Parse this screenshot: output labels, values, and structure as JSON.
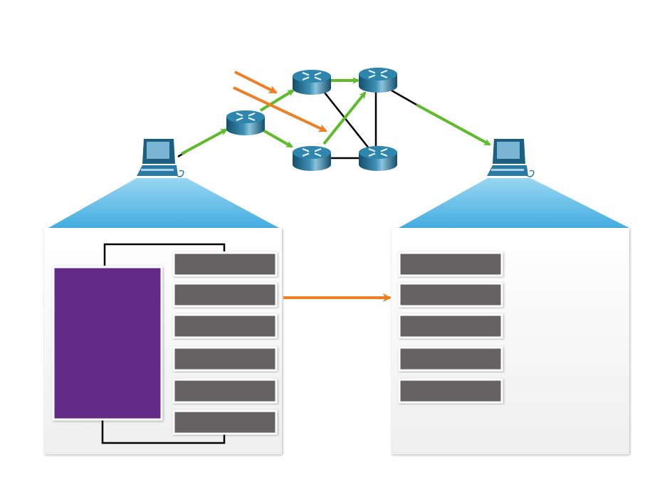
{
  "diagram": {
    "colors": {
      "router": "#1f6a8e",
      "router_top": "#2f86ad",
      "pc": "#2a7aa3",
      "link": "#000000",
      "path_arrow": "#5fbb2a",
      "attack_arrow": "#f07f24",
      "zoom_cone": "#5ab8e4",
      "payload_block": "#642b86",
      "header_block": "#656263",
      "panel_bg": "#f2f2f2"
    },
    "nodes": [
      {
        "id": "pc-source",
        "icon": "desktop-computer-icon"
      },
      {
        "id": "router-1",
        "icon": "router-icon"
      },
      {
        "id": "router-2",
        "icon": "router-icon"
      },
      {
        "id": "router-3",
        "icon": "router-icon"
      },
      {
        "id": "router-4",
        "icon": "router-icon"
      },
      {
        "id": "router-5",
        "icon": "router-icon"
      },
      {
        "id": "pc-destination",
        "icon": "desktop-computer-icon"
      }
    ],
    "left_panel_block_count": 6,
    "right_panel_block_count": 5
  }
}
